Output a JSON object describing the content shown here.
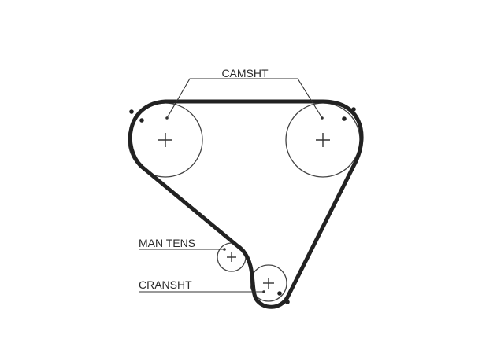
{
  "labels": {
    "camshaft": "CAMSHT",
    "manual_tensioner": "MAN TENS",
    "crankshaft": "CRANSHT"
  },
  "colors": {
    "belt": "#222222",
    "outline": "#444444",
    "text": "#2b2b2b",
    "background": "#ffffff"
  }
}
